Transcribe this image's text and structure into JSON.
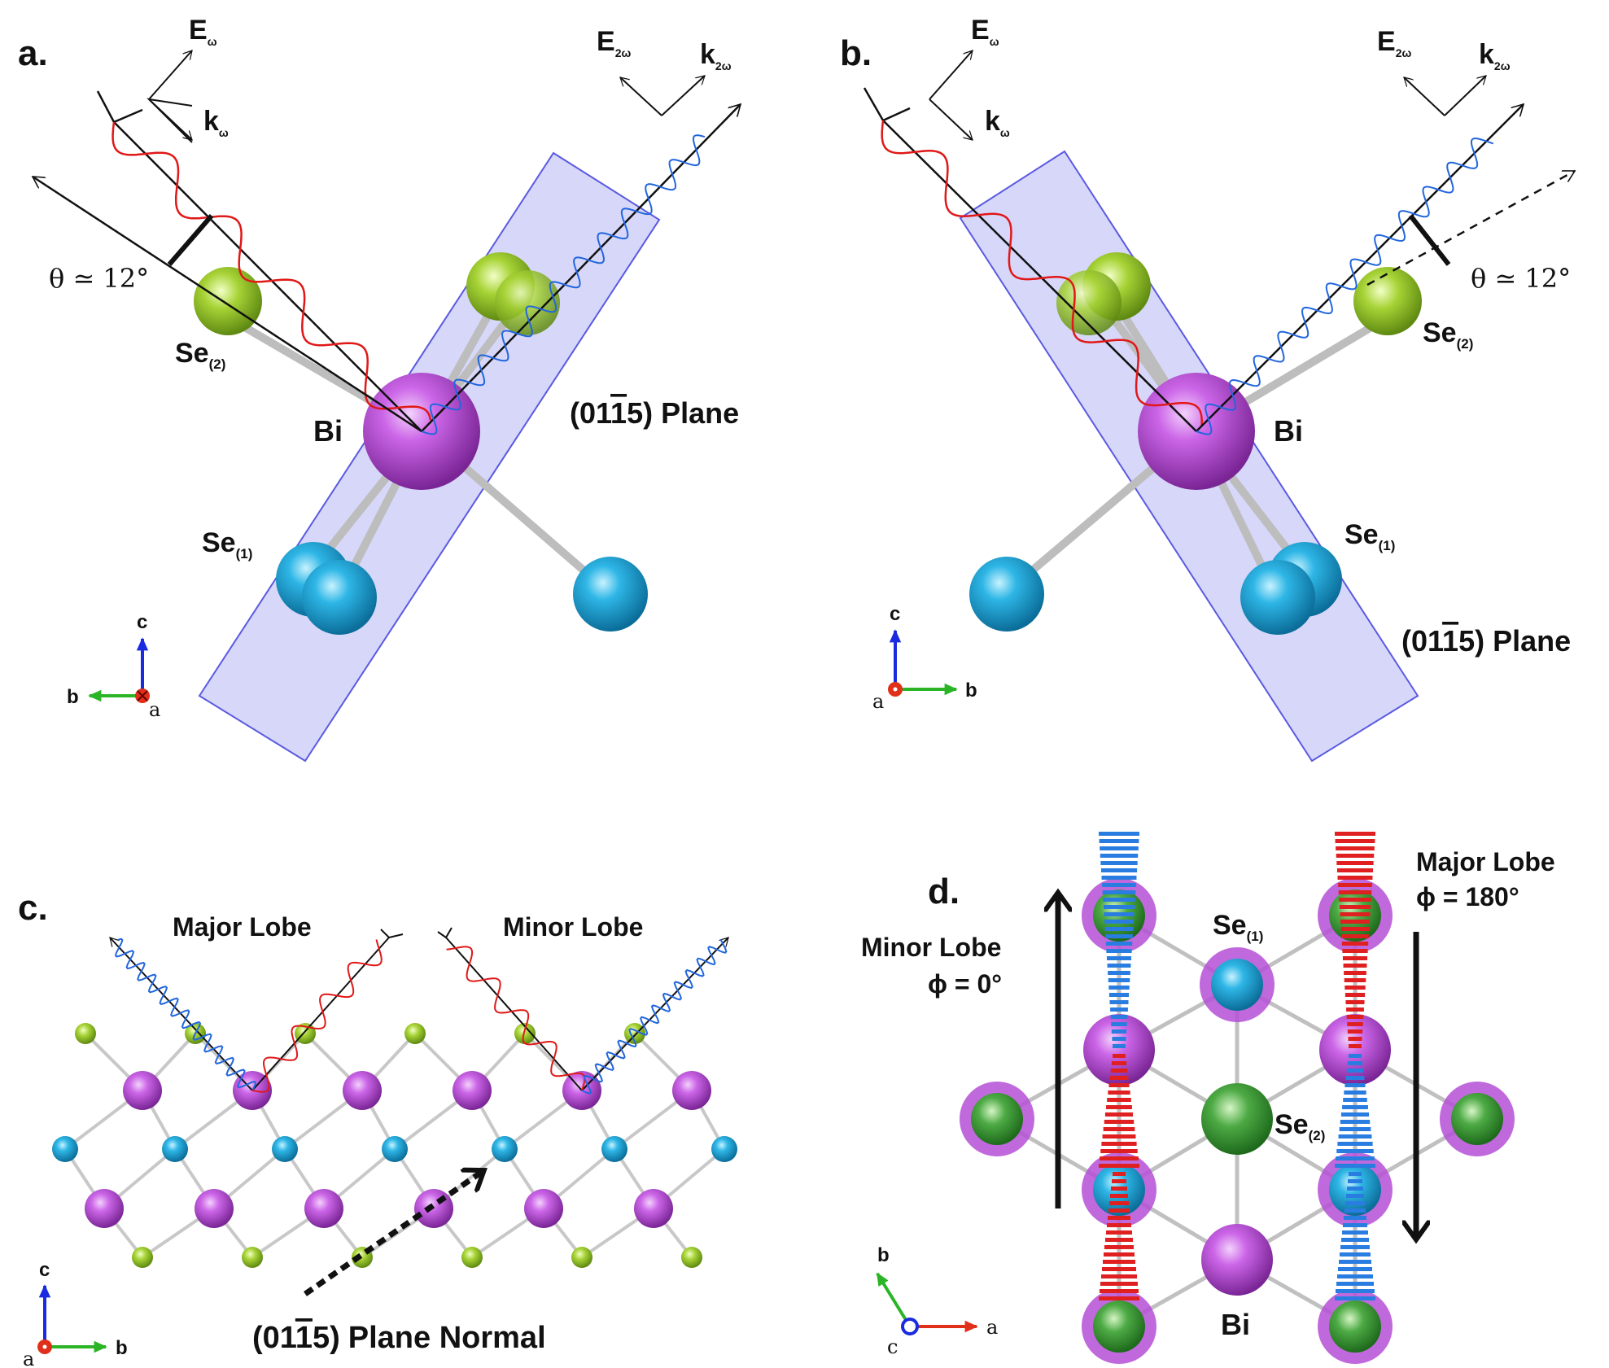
{
  "panels": {
    "a": {
      "letter": "a.",
      "e_omega": "E",
      "e_omega_sub": "ω",
      "k_omega": "k",
      "k_omega_sub": "ω",
      "e_2omega": "E",
      "e_2omega_sub": "2ω",
      "k_2omega": "k",
      "k_2omega_sub": "2ω",
      "angle": "θ ≃ 12°",
      "se2": "Se",
      "se2_sub": "(2)",
      "bi": "Bi",
      "se1": "Se",
      "se1_sub": "(1)",
      "plane_index": "(01",
      "plane_bar": "1",
      "plane_tail": "5)",
      "plane_word": "Plane",
      "axis_b": "b",
      "axis_c": "c",
      "axis_a": "a"
    },
    "b": {
      "letter": "b.",
      "e_omega": "E",
      "e_omega_sub": "ω",
      "k_omega": "k",
      "k_omega_sub": "ω",
      "e_2omega": "E",
      "e_2omega_sub": "2ω",
      "k_2omega": "k",
      "k_2omega_sub": "2ω",
      "angle": "θ ≃ 12°",
      "se2": "Se",
      "se2_sub": "(2)",
      "bi": "Bi",
      "se1": "Se",
      "se1_sub": "(1)",
      "plane_index": "(01",
      "plane_bar": "1",
      "plane_tail": "5)",
      "plane_word": "Plane",
      "axis_c": "c",
      "axis_a": "a",
      "axis_b": "b"
    },
    "c": {
      "letter": "c.",
      "major": "Major Lobe",
      "minor": "Minor Lobe",
      "normal_index": "(01",
      "normal_bar": "1",
      "normal_tail": "5)",
      "normal_word": "Plane Normal",
      "axis_c": "c",
      "axis_a": "a",
      "axis_b": "b"
    },
    "d": {
      "letter": "d.",
      "minor": "Minor Lobe",
      "minor_phi": "ϕ = 0°",
      "major": "Major Lobe",
      "major_phi": "ϕ = 180°",
      "se1": "Se",
      "se1_sub": "(1)",
      "se2": "Se",
      "se2_sub": "(2)",
      "bi": "Bi",
      "axis_b": "b",
      "axis_c": "c",
      "axis_a": "a"
    }
  },
  "colors": {
    "bi": "#b54fd6",
    "se1": "#22a6d8",
    "se2": "#9ccc2a",
    "se2_green": "#3f9e3a",
    "plane": "#8c8cf0",
    "fundamental": "#e01818",
    "harmonic": "#2266dd"
  }
}
